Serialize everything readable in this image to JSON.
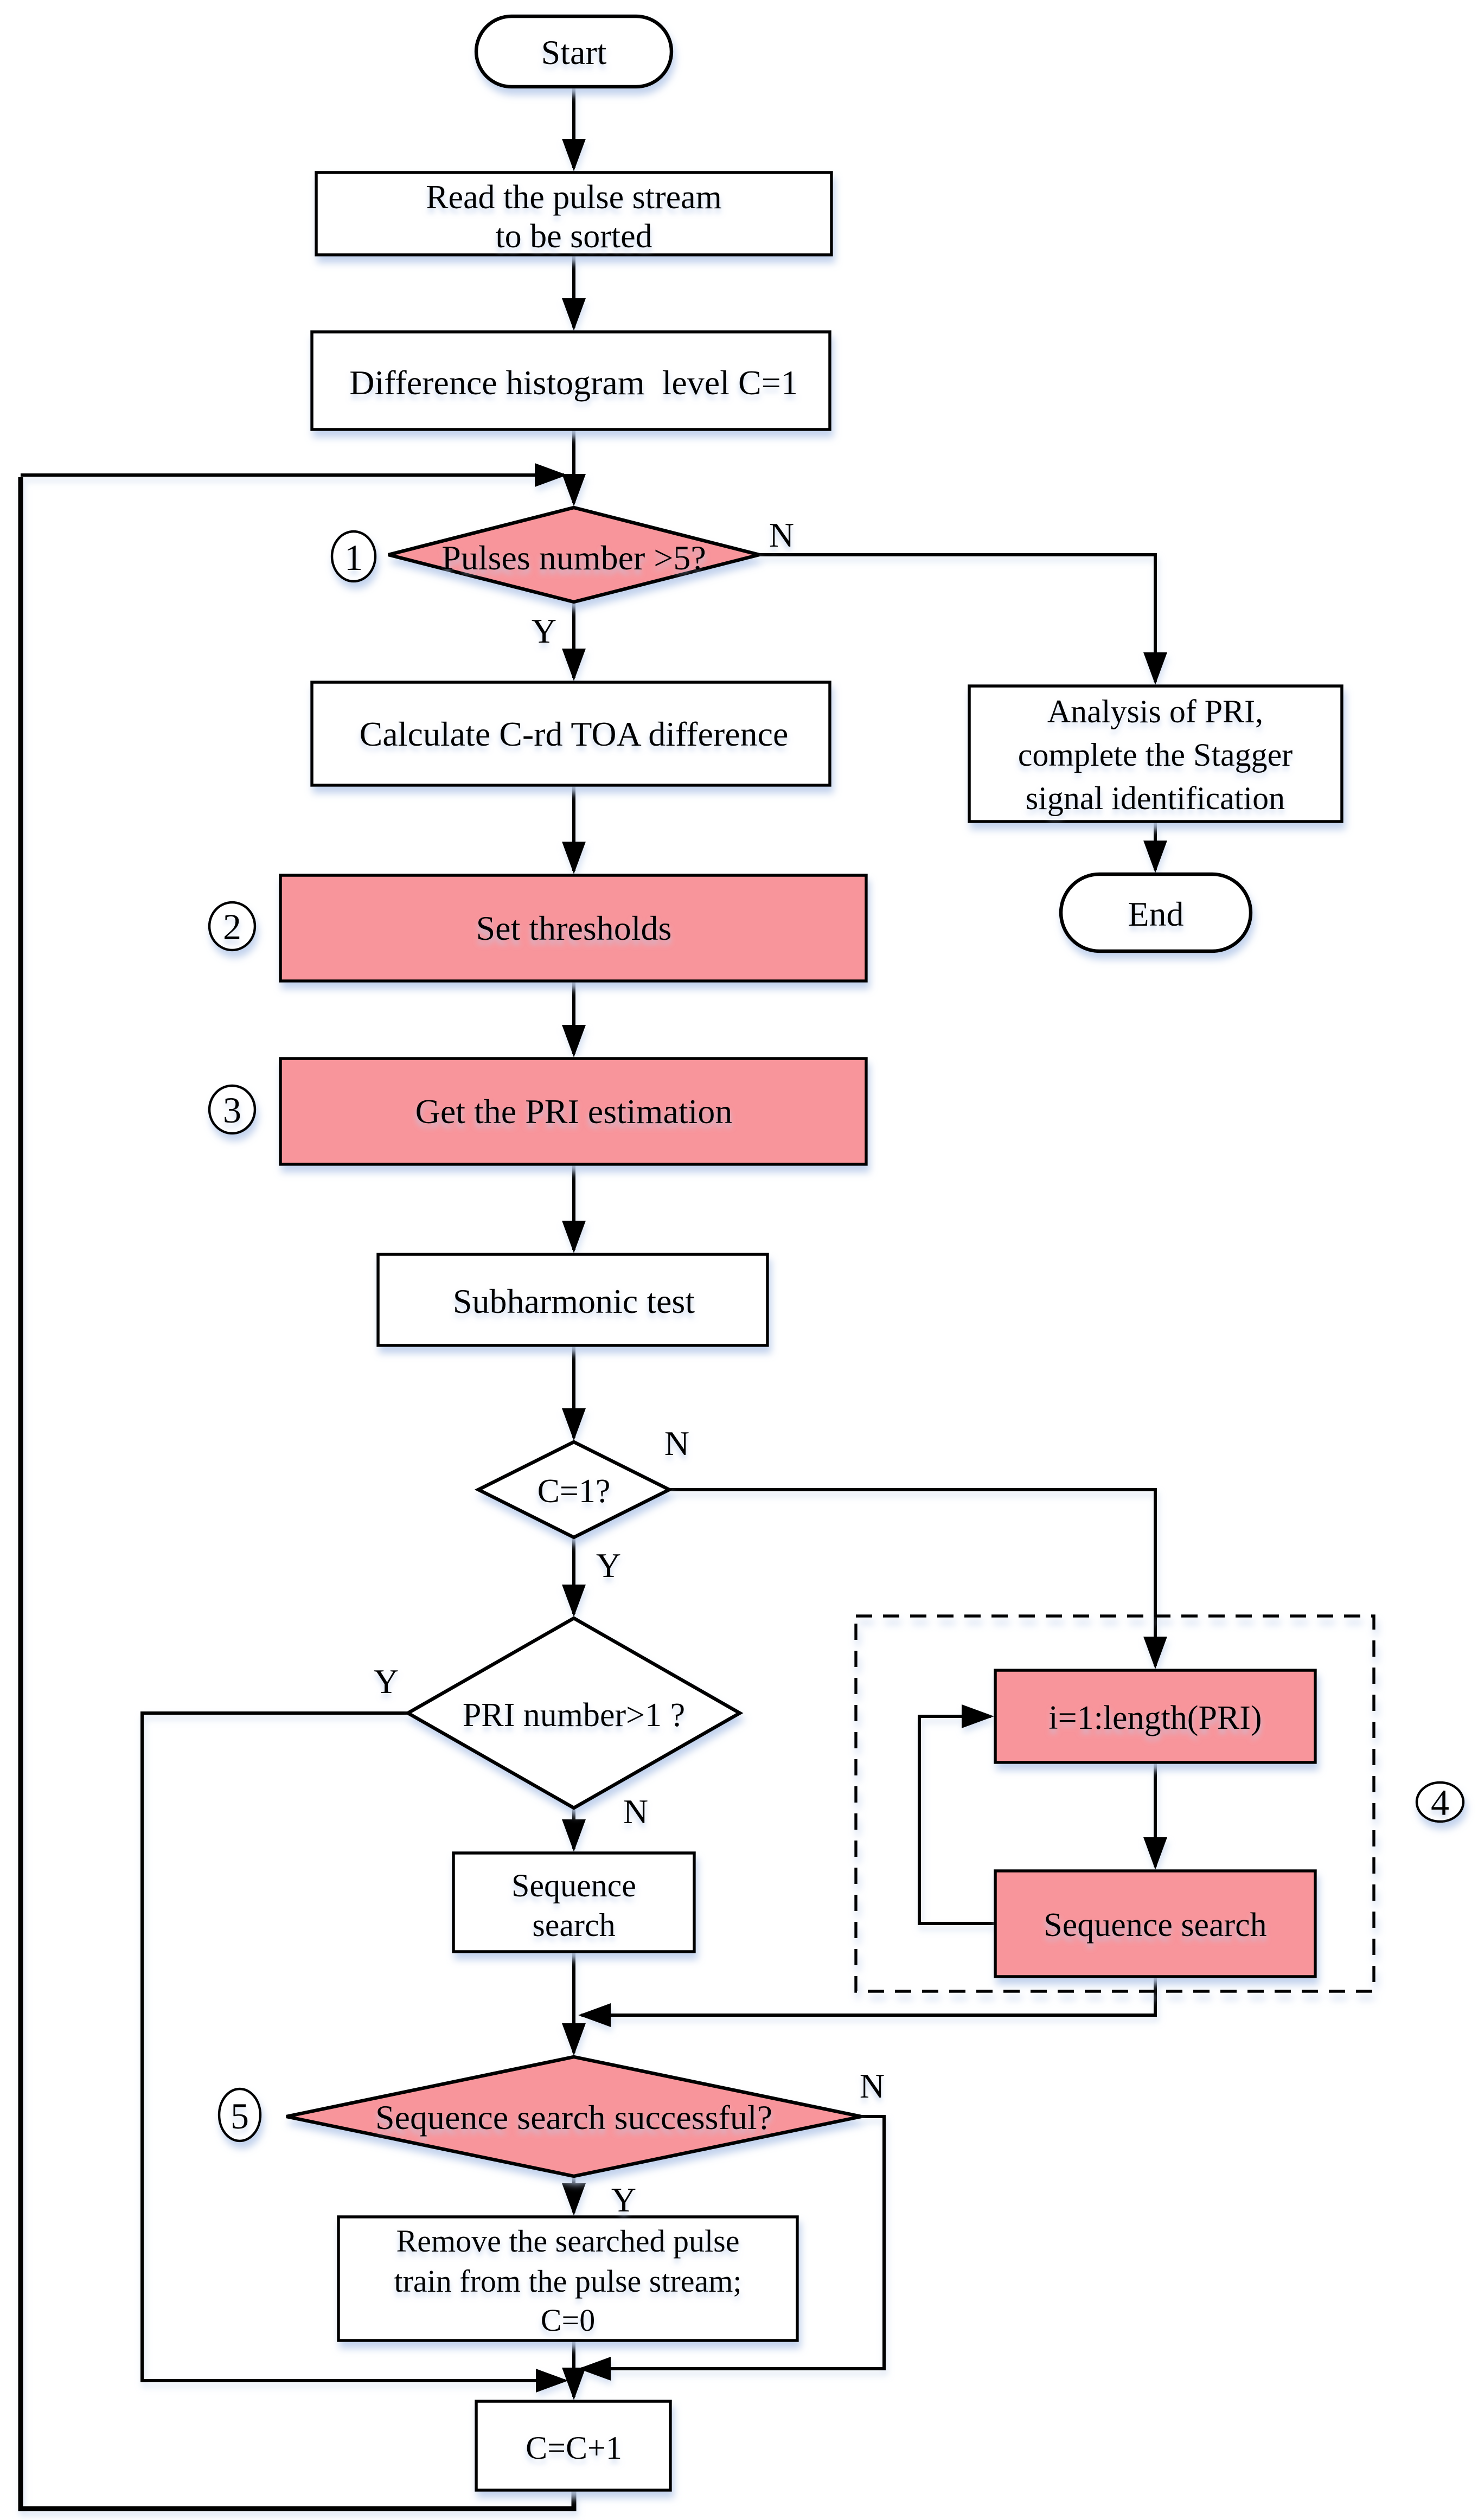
{
  "colors": {
    "pink": "#F8959B",
    "white": "#FFFFFF",
    "stroke": "#000000",
    "shadow": "#BCCDEB"
  },
  "nodes": {
    "start": {
      "type": "terminator",
      "label": "Start"
    },
    "read_pulse_stream": {
      "type": "process",
      "lines": [
        "Read the pulse stream",
        "to be sorted"
      ]
    },
    "difference_histogram": {
      "type": "process",
      "label": "Difference histogram  level C=1"
    },
    "pulses_number": {
      "type": "decision",
      "label": "Pulses number >5?",
      "badge": "1",
      "yes": "Y",
      "no": "N"
    },
    "calculate_toa": {
      "type": "process",
      "label": "Calculate C-rd TOA difference"
    },
    "analysis_pri": {
      "type": "process",
      "lines": [
        "Analysis of PRI,",
        "complete the Stagger",
        "signal identification"
      ]
    },
    "end": {
      "type": "terminator",
      "label": "End"
    },
    "set_thresholds": {
      "type": "process",
      "label": "Set thresholds",
      "badge": "2"
    },
    "get_pri_estimation": {
      "type": "process",
      "label": "Get the PRI estimation",
      "badge": "3"
    },
    "subharmonic_test": {
      "type": "process",
      "label": "Subharmonic test"
    },
    "c_equals_1": {
      "type": "decision",
      "label": "C=1?",
      "yes": "Y",
      "no": "N"
    },
    "pri_number": {
      "type": "decision",
      "label": "PRI number>1 ?",
      "yes": "Y",
      "no": "N"
    },
    "sequence_search_single": {
      "type": "process",
      "lines": [
        "Sequence",
        "search"
      ]
    },
    "loop_block": {
      "badge": "4",
      "i_loop": "i=1:length(PRI)",
      "sequence_search": "Sequence search"
    },
    "search_successful": {
      "type": "decision",
      "label": "Sequence search successful?",
      "badge": "5",
      "yes": "Y",
      "no": "N"
    },
    "remove_pulse_train": {
      "type": "process",
      "lines": [
        "Remove the searched pulse",
        "train from the pulse stream;",
        "C=0"
      ]
    },
    "increment_c": {
      "type": "process",
      "label": "C=C+1"
    }
  }
}
